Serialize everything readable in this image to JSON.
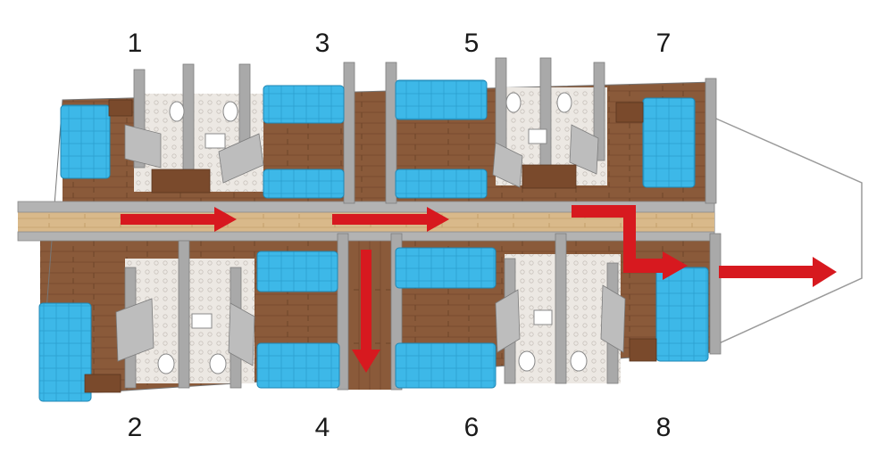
{
  "cabins": {
    "top": [
      "1",
      "3",
      "5",
      "7"
    ],
    "bottom": [
      "2",
      "4",
      "6",
      "8"
    ]
  },
  "colors": {
    "floor_wood": "#8a5a3a",
    "corridor": "#d9b98a",
    "wall": "#a9a9a9",
    "bath_floor": "#e8e4df",
    "bed": "#3db8e8",
    "arrow": "#d7191f",
    "deck_outline": "#9a9a9a"
  },
  "icons": [
    "bed-icon",
    "toilet-icon",
    "sink-icon",
    "arrow-icon"
  ]
}
